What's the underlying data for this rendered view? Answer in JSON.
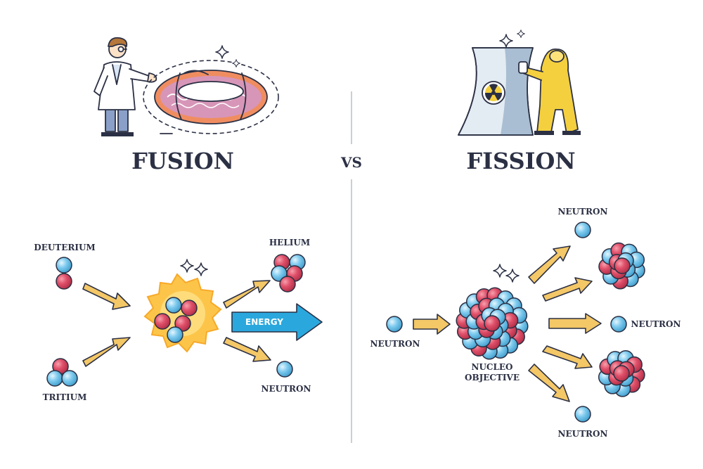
{
  "titles": {
    "fusion": "FUSION",
    "vs": "VS",
    "fission": "FISSION"
  },
  "fusion": {
    "deuterium": "DEUTERIUM",
    "tritium": "TRITIUM",
    "helium": "HELIUM",
    "energy": "ENERGY",
    "neutron": "NEUTRON"
  },
  "fission": {
    "neutron_in": "NEUTRON",
    "nucleus_line1": "NUCLEO",
    "nucleus_line2": "OBJECTIVE",
    "neutron_top": "NEUTRON",
    "neutron_right": "NEUTRON",
    "neutron_bottom": "NEUTRON"
  },
  "colors": {
    "ink": "#2b3044",
    "proton": "#e0506a",
    "neutron": "#6cc2ec",
    "arrow": "#f4c767",
    "energy": "#2aa8de",
    "burst": "#fcc54a",
    "torus": "#f08d60",
    "hazmat": "#f4d03f",
    "tower": "#a9bed2"
  },
  "icons": [
    "scientist-icon",
    "tokamak-icon",
    "sparkle-icon",
    "cooling-tower-icon",
    "radiation-icon",
    "hazmat-worker-icon",
    "explosion-icon"
  ]
}
